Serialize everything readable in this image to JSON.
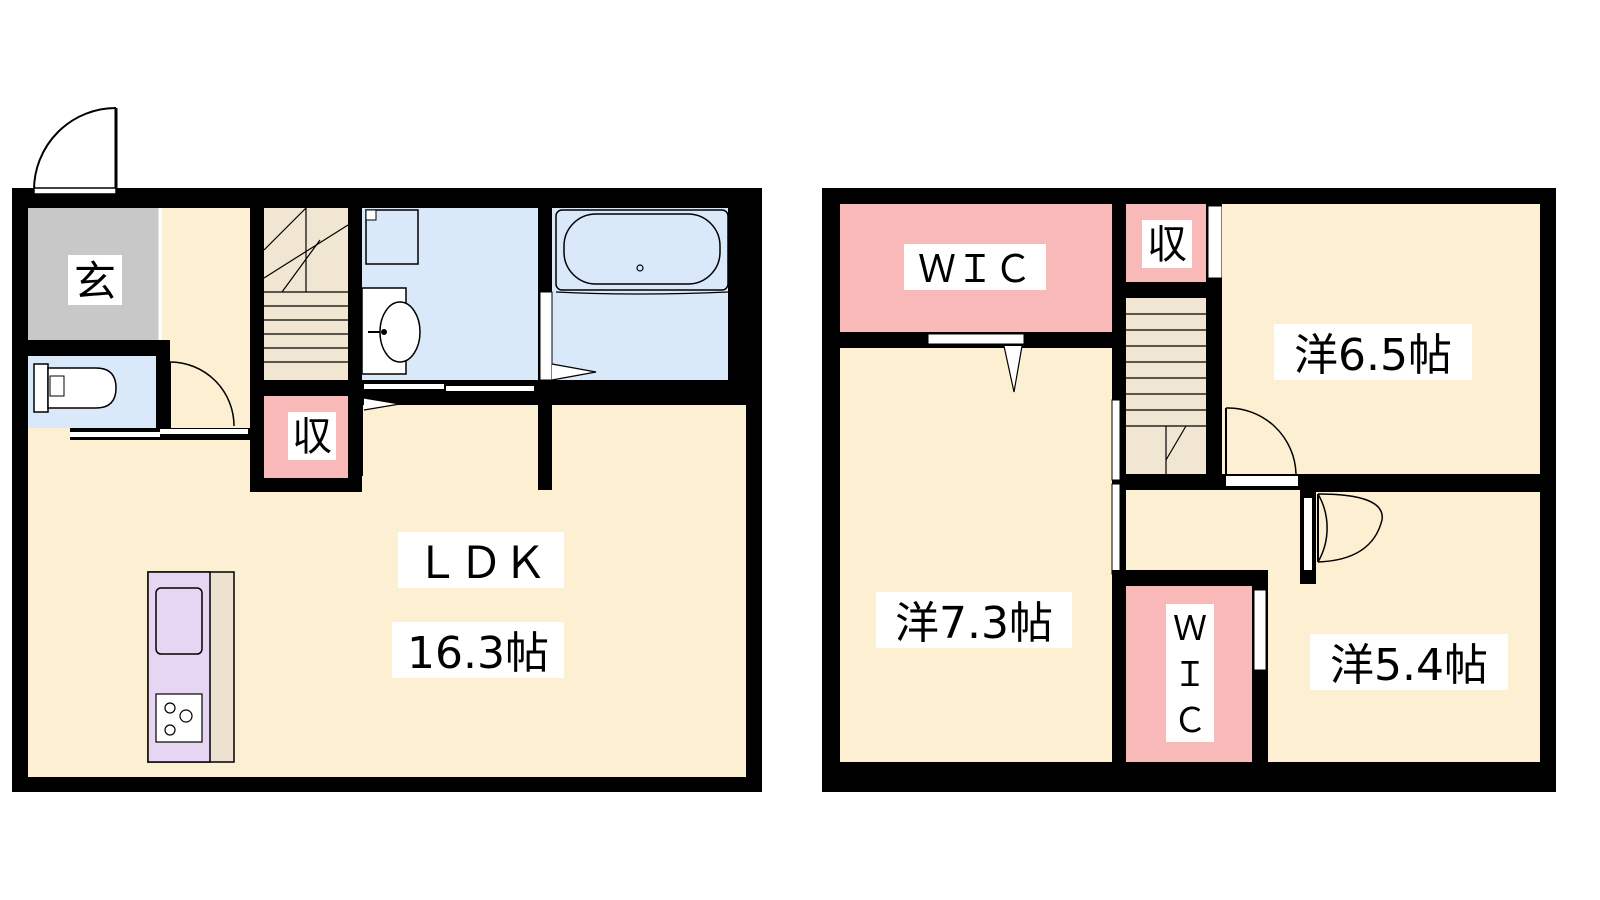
{
  "colors": {
    "wall": "#000000",
    "genkan": "#c8c8c8",
    "room": "#fdf0d2",
    "wet": "#d9e9fa",
    "storage": "#f9b9b9",
    "stairs": "#f1e6d2",
    "kitchen": "#e6d6f3",
    "counter": "#ece2cf"
  },
  "floor1": {
    "genkan": "玄",
    "storage": "収",
    "ldk_name": "ＬＤＫ",
    "ldk_size": "16.3帖"
  },
  "floor2": {
    "wic_top": "ＷＩＣ",
    "storage": "収",
    "room_65": "洋6.5帖",
    "room_73": "洋7.3帖",
    "room_54": "洋5.4帖",
    "wic_small": [
      "Ｗ",
      "Ｉ",
      "Ｃ"
    ]
  }
}
